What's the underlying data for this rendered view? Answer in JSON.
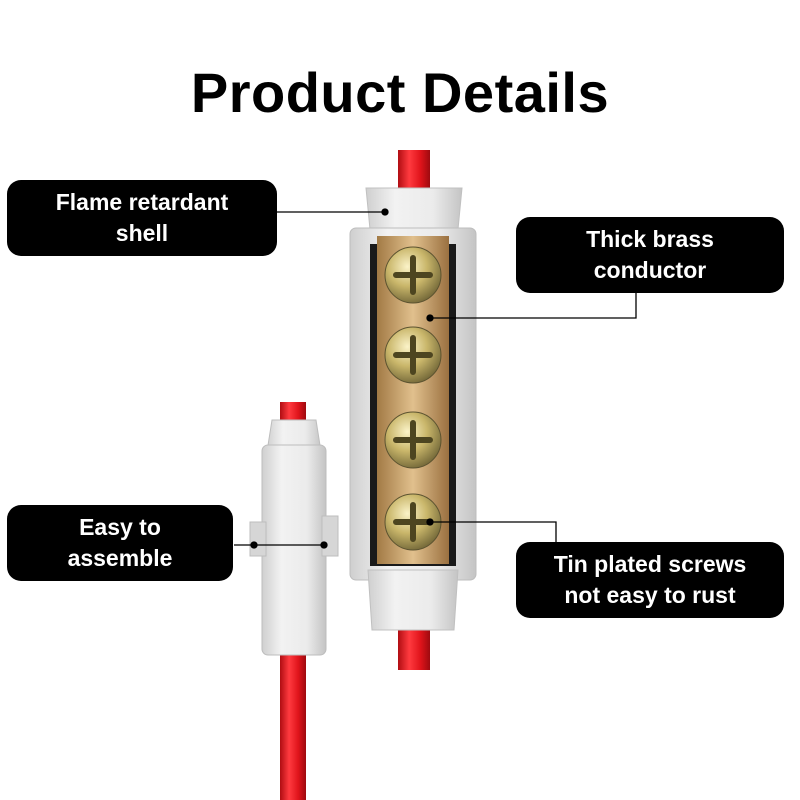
{
  "title": "Product Details",
  "callouts": {
    "shell": {
      "line1": "Flame retardant",
      "line2": "shell"
    },
    "brass": {
      "line1": "Thick brass",
      "line2": "conductor"
    },
    "assemble": {
      "line1": "Easy to",
      "line2": "assemble"
    },
    "screws": {
      "line1": "Tin plated screws",
      "line2": "not easy to rust"
    }
  },
  "colors": {
    "wire": "#e0141b",
    "housing": "#e6e6e6",
    "brass": "#c9a26b",
    "callout_bg": "#000000",
    "callout_text": "#ffffff"
  },
  "icons": [
    "screw-icon"
  ]
}
